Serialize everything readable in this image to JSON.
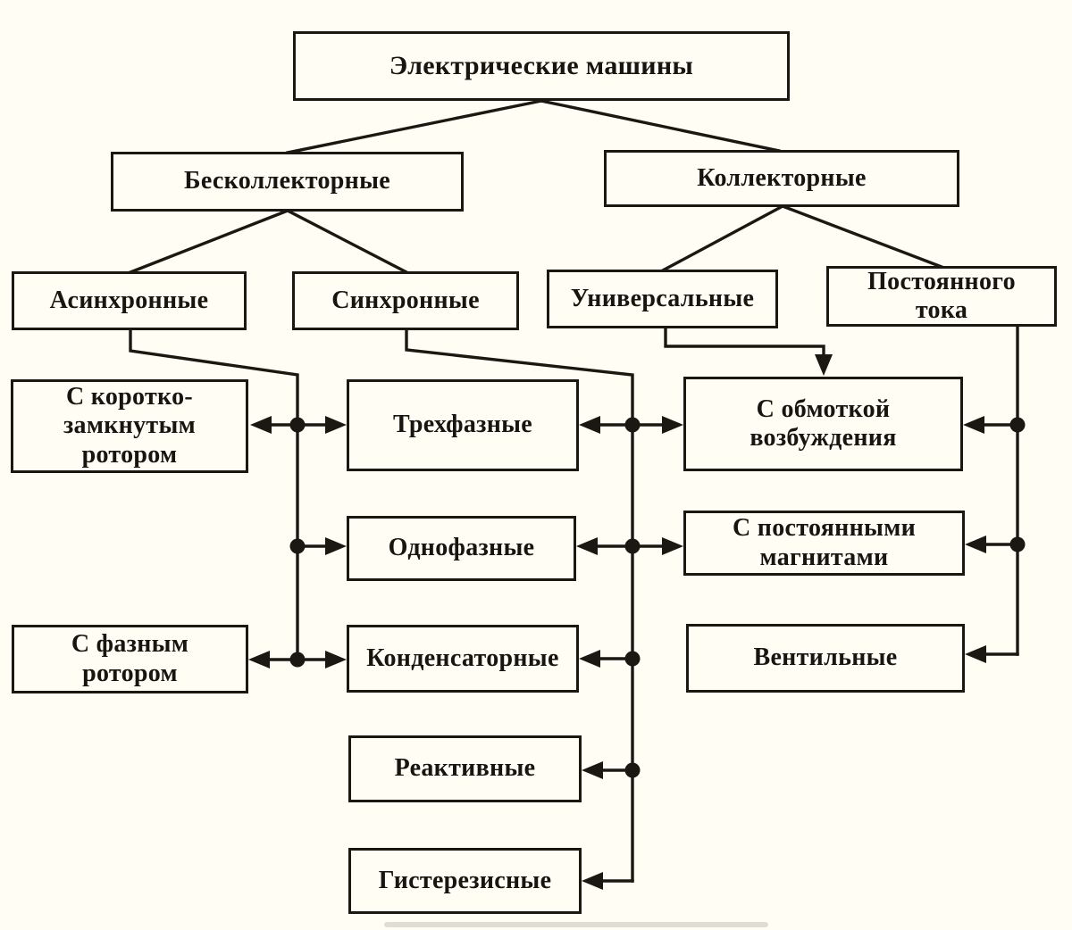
{
  "diagram_title": "Электрические машины",
  "colors": {
    "background": "#fffdf4",
    "ink": "#1b1814"
  },
  "nodes": {
    "root": {
      "label": "Электрические машины"
    },
    "brushless": {
      "label": "Бесколлекторные"
    },
    "commutator": {
      "label": "Коллекторные"
    },
    "asynchronous": {
      "label": "Асинхронные"
    },
    "synchronous": {
      "label": "Синхронные"
    },
    "universal": {
      "label": "Универсальные"
    },
    "dc": {
      "label": "Постоянного\nтока"
    },
    "squirrel_cage": {
      "label": "С коротко-\nзамкнутым\nротором"
    },
    "wound_rotor": {
      "label": "С фазным\nротором"
    },
    "three_phase": {
      "label": "Трехфазные"
    },
    "single_phase": {
      "label": "Однофазные"
    },
    "capacitor": {
      "label": "Конденсаторные"
    },
    "reluctance": {
      "label": "Реактивные"
    },
    "hysteresis": {
      "label": "Гистерезисные"
    },
    "field_winding": {
      "label": "С обмоткой\nвозбуждения"
    },
    "permanent_magnet": {
      "label": "С постоянными\nмагнитами"
    },
    "valve": {
      "label": "Вентильные"
    }
  },
  "edges": [
    "root-brushless",
    "root-commutator",
    "brushless-asynchronous",
    "brushless-synchronous",
    "commutator-universal",
    "commutator-dc",
    "asynchronous-bus-left",
    "synchronous-bus-middle",
    "universal-field_winding",
    "dc-bus-right",
    "bus-left: squirrel_cage, single_phase, wound_rotor, three_phase, capacitor",
    "bus-middle: three_phase, single_phase, capacitor, reluctance, hysteresis, field_winding, permanent_magnet",
    "bus-right: field_winding, permanent_magnet, valve"
  ]
}
